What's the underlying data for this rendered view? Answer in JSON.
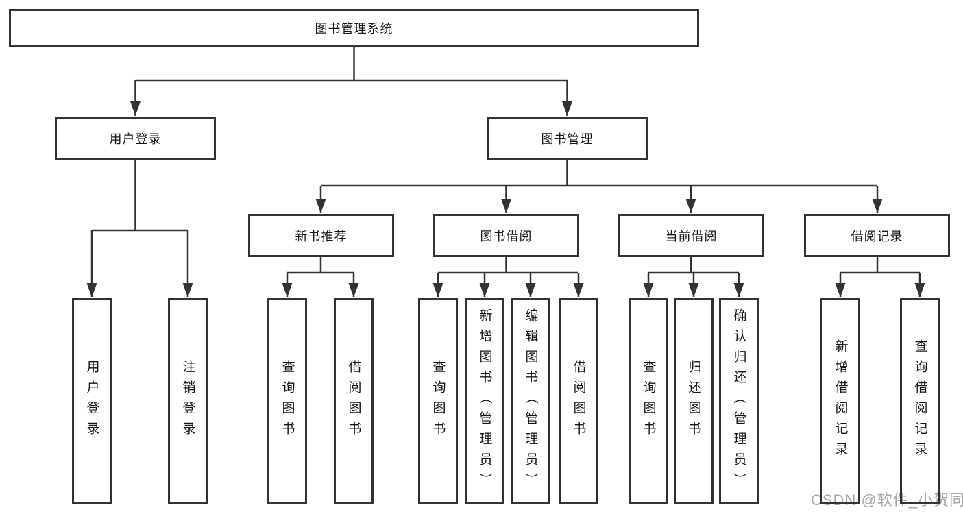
{
  "diagram": {
    "root": "图书管理系统",
    "level2": [
      "用户登录",
      "图书管理"
    ],
    "level3": [
      "新书推荐",
      "图书借阅",
      "当前借阅",
      "借阅记录"
    ],
    "leaves": [
      "用户登录",
      "注销登录",
      "查询图书",
      "借阅图书",
      "查询图书",
      "新增图书（管理员）",
      "编辑图书（管理员）",
      "借阅图书",
      "查询图书",
      "归还图书",
      "确认归还（管理员）",
      "新增借阅记录",
      "查询借阅记录"
    ]
  },
  "watermark": "CSDN @软件_小贺同学",
  "colors": {
    "line": "#333333",
    "box_border": "#333333",
    "box_fill": "#ffffff",
    "text": "#161616",
    "watermark": "#a8a8a8",
    "background": "#ffffff"
  }
}
